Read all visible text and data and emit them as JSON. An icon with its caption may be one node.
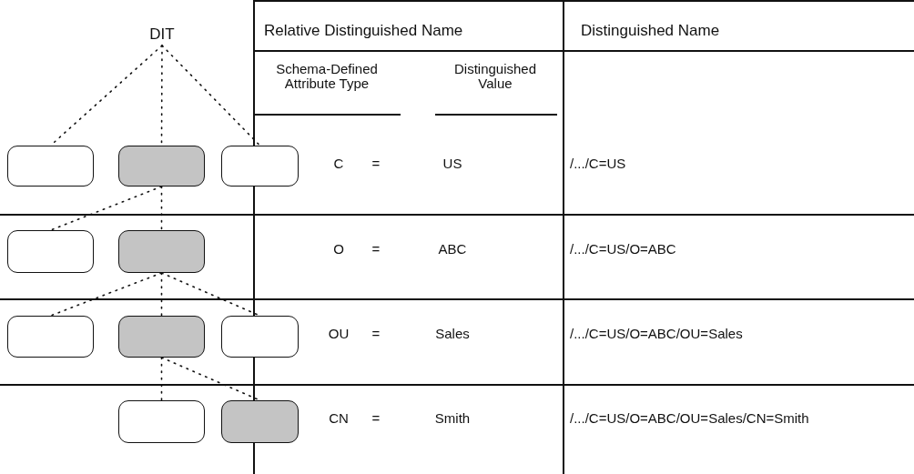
{
  "diagram": {
    "nodes": [
      {
        "text": [
          "DIT"
        ]
      },
      {
        "text": [],
        "shape": "box"
      },
      {
        "text": [],
        "shape": "box"
      },
      {
        "text": [],
        "shape": "box"
      },
      {
        "text": [],
        "shape": "box"
      },
      {
        "text": [],
        "shape": "box"
      },
      {
        "text": [],
        "shape": "box"
      },
      {
        "text": [],
        "shape": "box"
      },
      {
        "text": [],
        "shape": "box"
      },
      {
        "text": [],
        "shape": "box"
      },
      {
        "text": [],
        "shape": "box"
      }
    ],
    "edges": [
      {
        "from": 0,
        "to": 1,
        "arrow": "none",
        "style": "dashed"
      },
      {
        "from": 0,
        "to": 2,
        "arrow": "none",
        "style": "dashed"
      },
      {
        "from": 0,
        "to": 3,
        "arrow": "none",
        "style": "dashed"
      },
      {
        "from": 2,
        "to": 4,
        "arrow": "none",
        "style": "dashed"
      },
      {
        "from": 2,
        "to": 5,
        "arrow": "none",
        "style": "dashed"
      },
      {
        "from": 5,
        "to": 6,
        "arrow": "none",
        "style": "dashed"
      },
      {
        "from": 5,
        "to": 7,
        "arrow": "none",
        "style": "dashed"
      },
      {
        "from": 5,
        "to": 8,
        "arrow": "none",
        "style": "dashed"
      },
      {
        "from": 7,
        "to": 9,
        "arrow": "none",
        "style": "dashed"
      },
      {
        "from": 7,
        "to": 10,
        "arrow": "none",
        "style": "dashed"
      }
    ],
    "labels": [
      "Relative Distinguished Name",
      "Distinguished Name",
      "Schema-Defined Attribute Type",
      "Distinguished Value",
      "C",
      "=",
      "US",
      "/.../C=US",
      "O",
      "=",
      "ABC",
      "/.../C=US/O=ABC",
      "OU",
      "=",
      "Sales",
      "/.../C=US/O=ABC/OU=Sales",
      "CN",
      "=",
      "Smith",
      "/.../C=US/O=ABC/OU=Sales/CN=Smith"
    ]
  }
}
